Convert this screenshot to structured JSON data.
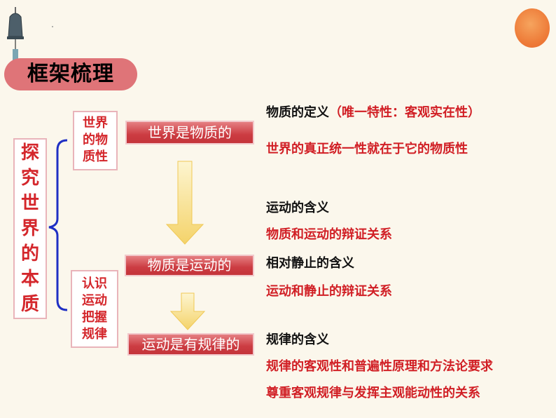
{
  "title": "框架梳理",
  "main_topic": [
    "探",
    "究",
    "世",
    "界",
    "的",
    "本",
    "质"
  ],
  "section1": {
    "label_lines": [
      "世界",
      "的物",
      "质性"
    ],
    "bar": "世界是物质的",
    "points": [
      {
        "pre": "物质的定义",
        "accent": "（唯一特性：客观实在性）",
        "color": "black"
      },
      {
        "text": "世界的真正统一性就在于它的物质性",
        "color": "red"
      }
    ]
  },
  "section2": {
    "label_lines": [
      "认识",
      "运动",
      "把握",
      "规律"
    ],
    "bar_motion": "物质是运动的",
    "bar_law": "运动是有规律的",
    "motion_points": [
      {
        "text": "运动的含义",
        "color": "black"
      },
      {
        "text": "物质和运动的辩证关系",
        "color": "red"
      },
      {
        "text": "相对静止的含义",
        "color": "black"
      },
      {
        "text": "运动和静止的辩证关系",
        "color": "red"
      }
    ],
    "law_points": [
      {
        "text": "规律的含义",
        "color": "black"
      },
      {
        "text": "规律的客观性和普遍性原理和方法论要求",
        "color": "red"
      },
      {
        "text": "尊重客观规律与发挥主观能动性的关系",
        "color": "red"
      }
    ]
  },
  "colors": {
    "accent_red": "#d11f25",
    "pill": "#df7478",
    "bracket_blue": "#1f2fc4",
    "arrow_yellow": "#f6dc7a"
  }
}
